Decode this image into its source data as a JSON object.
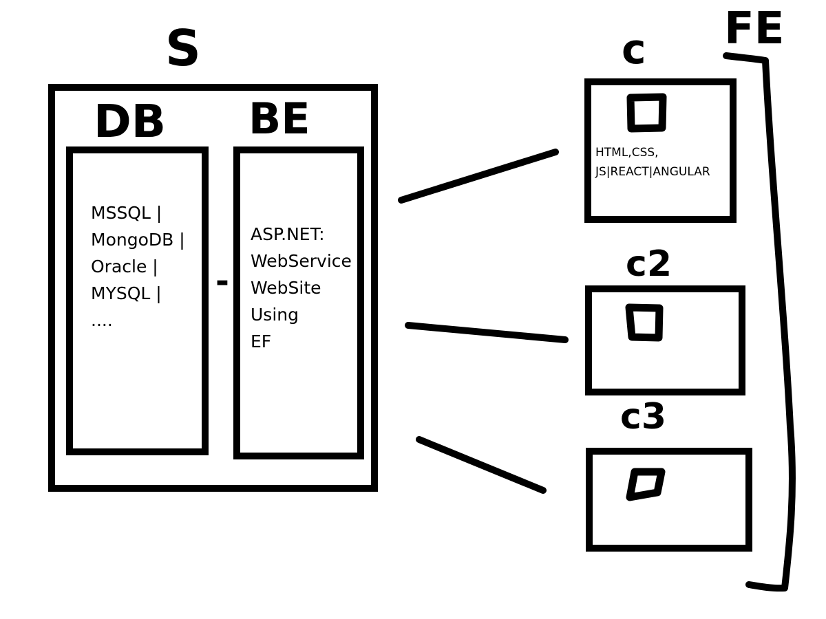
{
  "server": {
    "heading": "S",
    "db": {
      "heading": "DB",
      "items": [
        "MSSQL |",
        "MongoDB |",
        "Oracle |",
        "MYSQL |",
        "...."
      ]
    },
    "connector": "-",
    "be": {
      "heading": "BE",
      "items": [
        "ASP.NET:",
        "WebService",
        "WebSite",
        "Using",
        "EF"
      ]
    }
  },
  "clients": [
    {
      "heading": "c",
      "icon": "square-icon",
      "text_lines": [
        "HTML,CSS,",
        "JS|REACT|ANGULAR"
      ]
    },
    {
      "heading": "c2",
      "icon": "square-icon",
      "text_lines": []
    },
    {
      "heading": "c3",
      "icon": "square-icon",
      "text_lines": []
    }
  ],
  "frontend": {
    "heading": "FE"
  },
  "colors": {
    "ink": "#000000",
    "background": "#ffffff"
  }
}
